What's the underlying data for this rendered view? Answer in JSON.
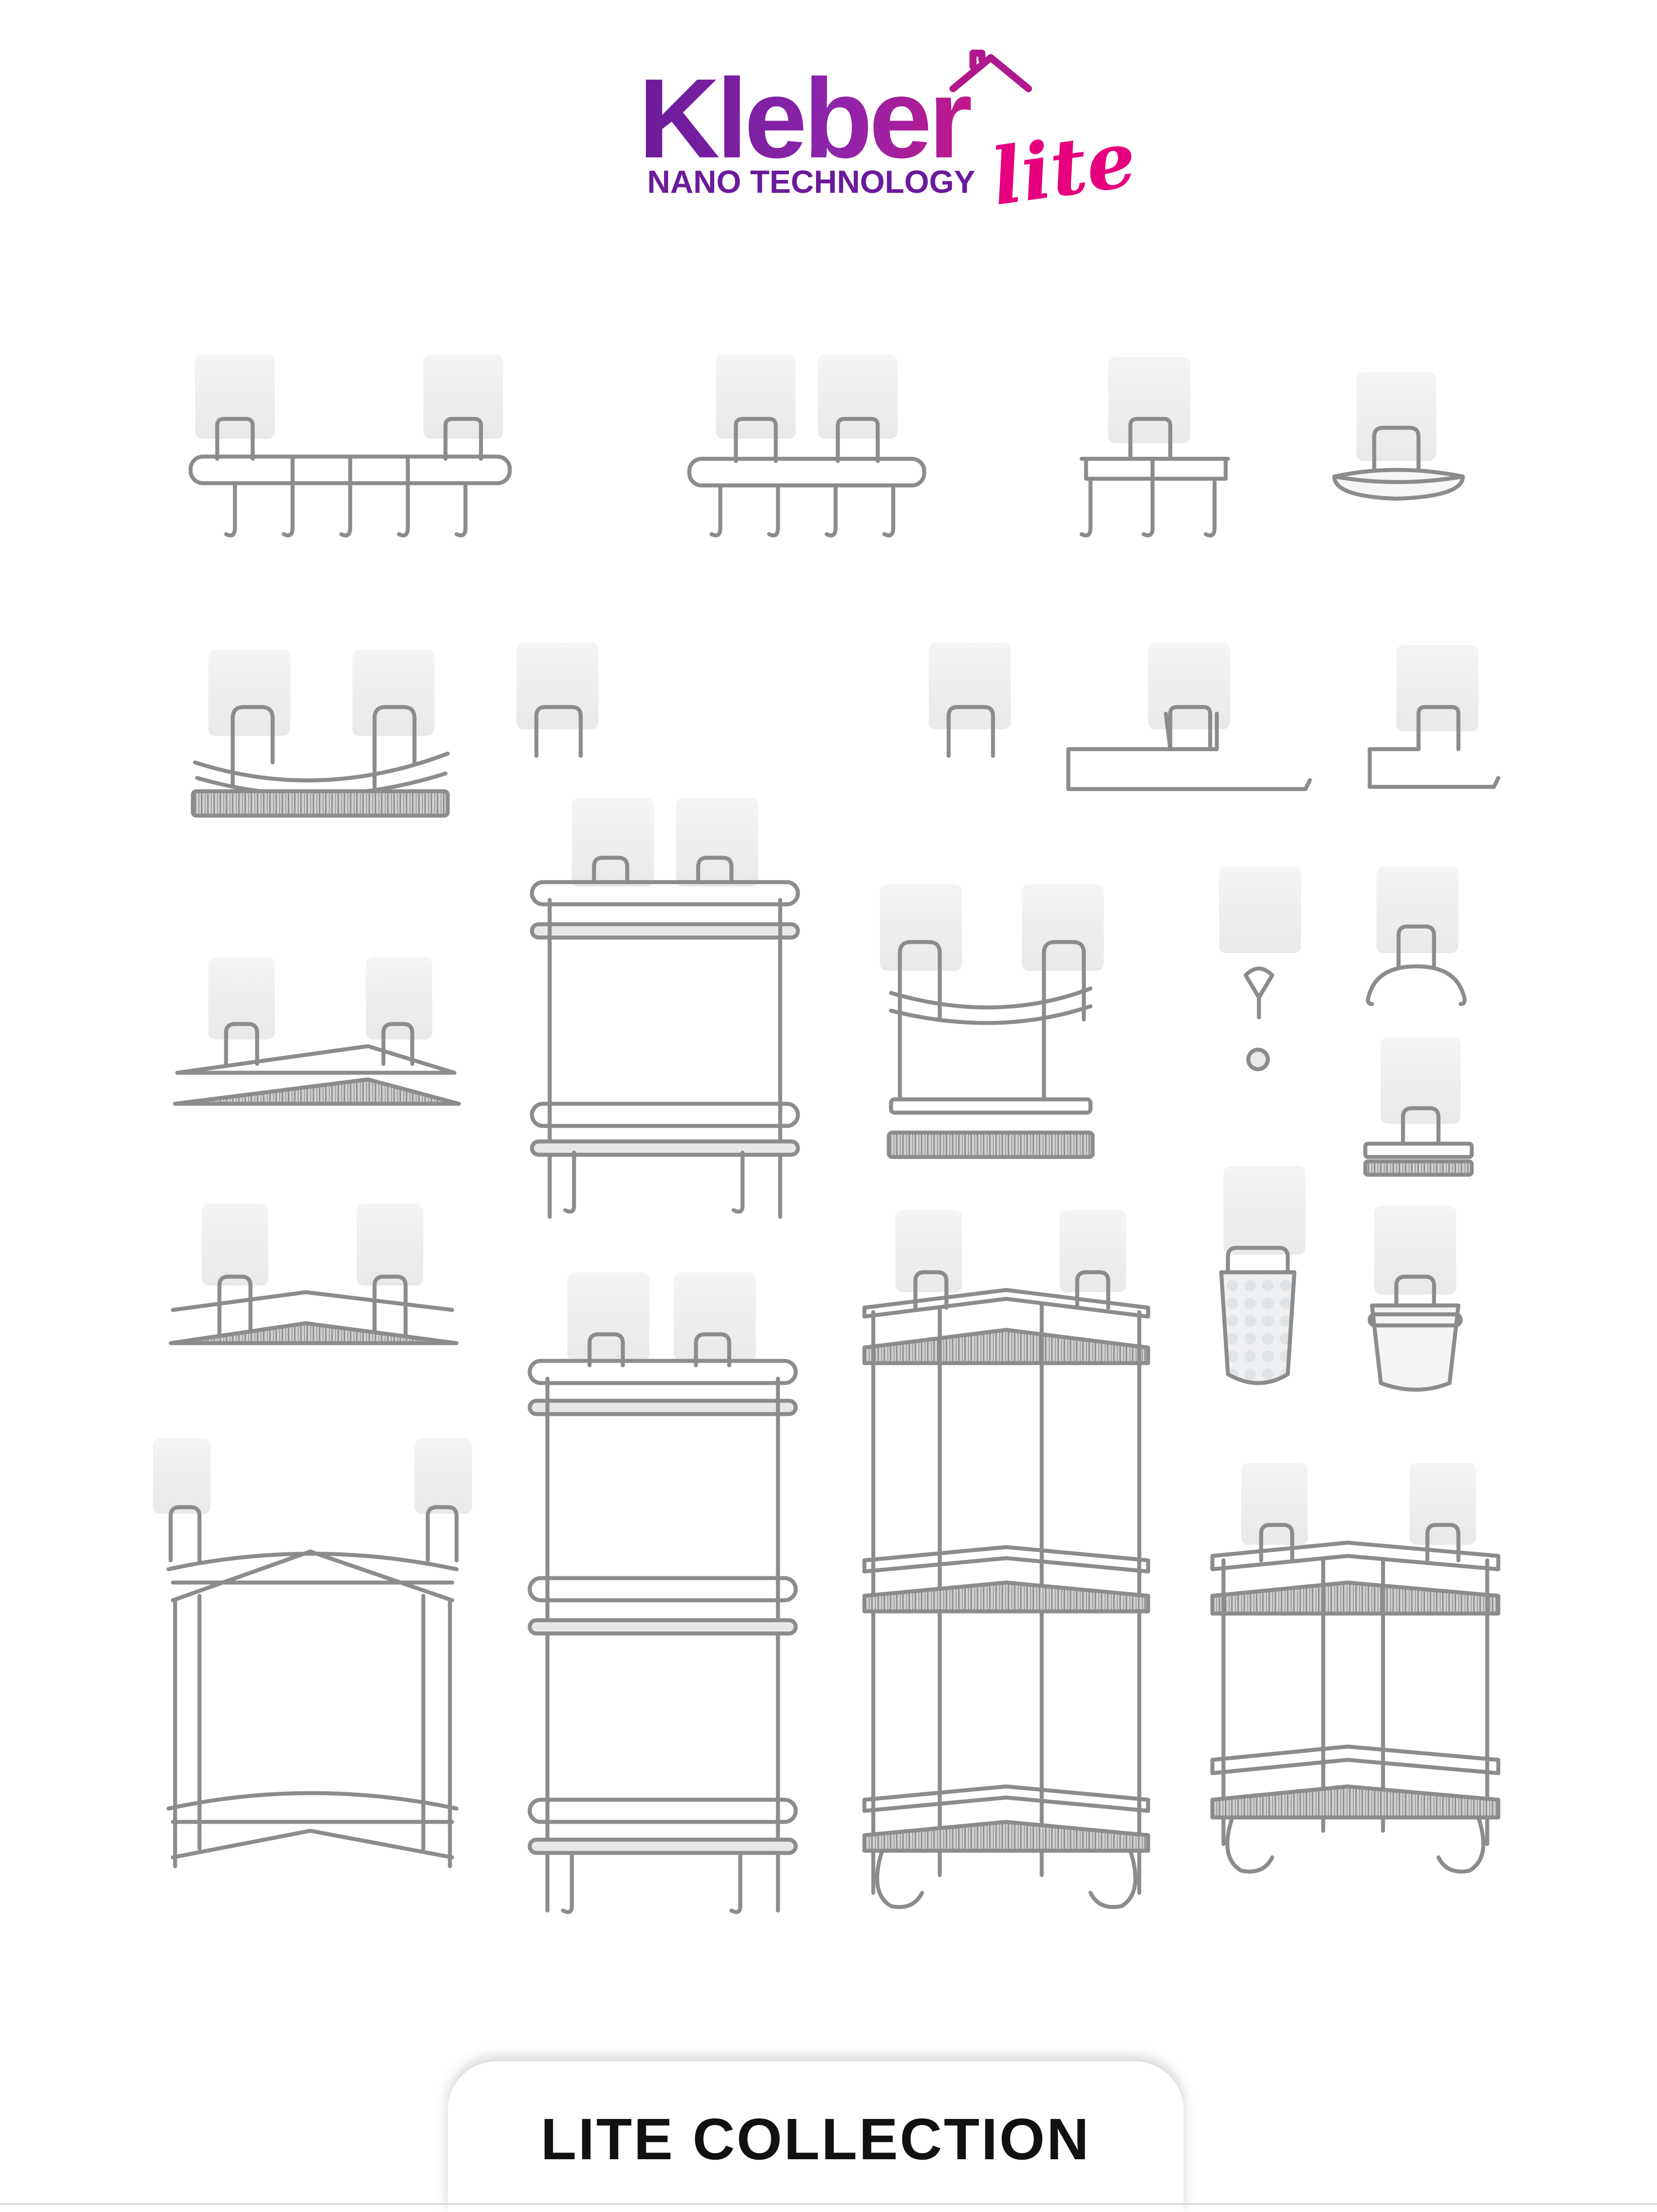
{
  "brand": {
    "name": "Kleber",
    "tagline": "NANO TECHNOLOGY",
    "sub_brand": "lite",
    "colors": {
      "purple": "#6a1b9a",
      "magenta": "#e6007e"
    }
  },
  "footer": {
    "title": "LITE COLLECTION"
  },
  "products": [
    {
      "id": "towel-hook-rail-5"
    },
    {
      "id": "towel-hook-rail-4"
    },
    {
      "id": "towel-hook-rail-3"
    },
    {
      "id": "soap-dish-holder"
    },
    {
      "id": "single-tier-wall-basket"
    },
    {
      "id": "long-towel-bar"
    },
    {
      "id": "towel-ring-large"
    },
    {
      "id": "towel-ring-small"
    },
    {
      "id": "corner-basket-small"
    },
    {
      "id": "two-tier-shelf"
    },
    {
      "id": "wall-basket-curved"
    },
    {
      "id": "single-robe-hook"
    },
    {
      "id": "double-robe-hook"
    },
    {
      "id": "soap-basket-small"
    },
    {
      "id": "toilet-brush-holder"
    },
    {
      "id": "tumbler-holder"
    },
    {
      "id": "corner-basket-medium"
    },
    {
      "id": "three-tier-shelf"
    },
    {
      "id": "tall-corner-rack-3-tier"
    },
    {
      "id": "corner-rack-2-tier-hooks"
    },
    {
      "id": "two-tier-corner-basket"
    }
  ]
}
